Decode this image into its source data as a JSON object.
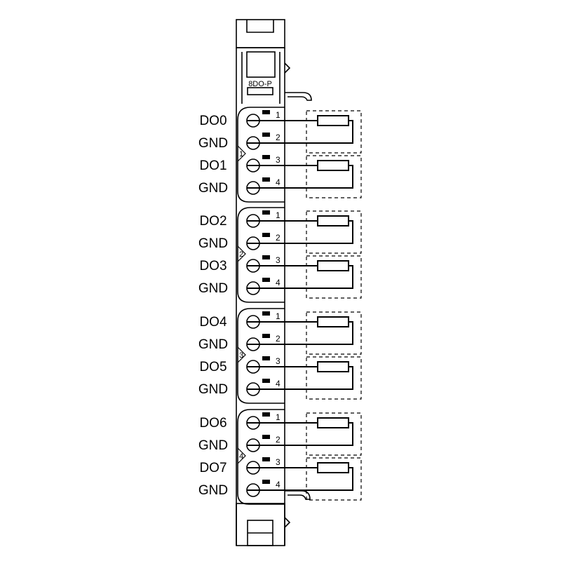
{
  "module_label": "8DO-P",
  "groups": [
    {
      "number": "1",
      "terminals": [
        {
          "signal": "DO0",
          "pin": "1"
        },
        {
          "signal": "GND",
          "pin": "2"
        },
        {
          "signal": "DO1",
          "pin": "3"
        },
        {
          "signal": "GND",
          "pin": "4"
        }
      ]
    },
    {
      "number": "2",
      "terminals": [
        {
          "signal": "DO2",
          "pin": "1"
        },
        {
          "signal": "GND",
          "pin": "2"
        },
        {
          "signal": "DO3",
          "pin": "3"
        },
        {
          "signal": "GND",
          "pin": "4"
        }
      ]
    },
    {
      "number": "3",
      "terminals": [
        {
          "signal": "DO4",
          "pin": "1"
        },
        {
          "signal": "GND",
          "pin": "2"
        },
        {
          "signal": "DO5",
          "pin": "3"
        },
        {
          "signal": "GND",
          "pin": "4"
        }
      ]
    },
    {
      "number": "4",
      "terminals": [
        {
          "signal": "DO6",
          "pin": "1"
        },
        {
          "signal": "GND",
          "pin": "2"
        },
        {
          "signal": "DO7",
          "pin": "3"
        },
        {
          "signal": "GND",
          "pin": "4"
        }
      ]
    }
  ],
  "colors": {
    "stroke": "#000000",
    "background": "#ffffff"
  }
}
